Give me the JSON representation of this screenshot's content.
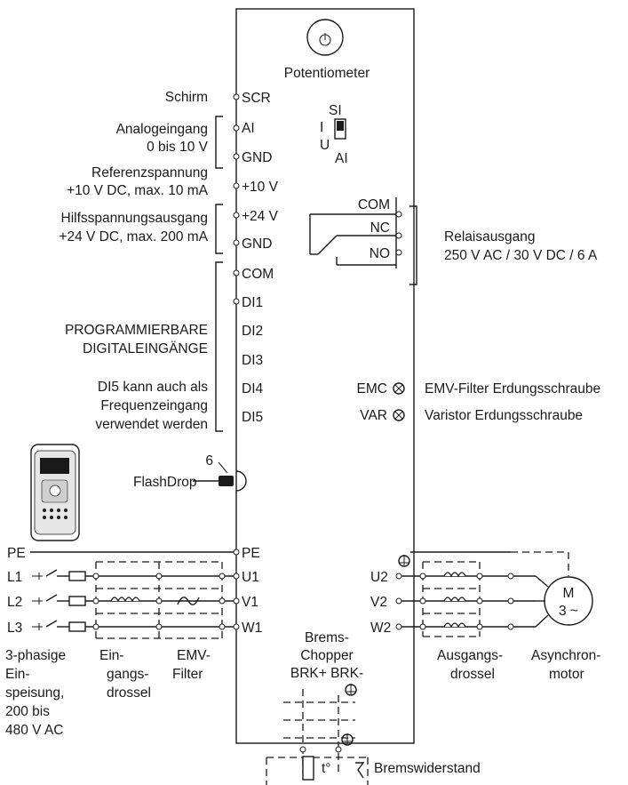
{
  "potentiometer": {
    "label": "Potentiometer"
  },
  "left_labels": {
    "schirm": "Schirm",
    "analog_l1": "Analogeingang",
    "analog_l2": "0 bis 10 V",
    "ref_l1": "Referenzspannung",
    "ref_l2": "+10 V DC, max. 10 mA",
    "aux_l1": "Hilfsspannungsausgang",
    "aux_l2": "+24 V DC, max. 200 mA",
    "prog_l1": "PROGRAMMIERBARE",
    "prog_l2": "DIGITALEINGÄNGE",
    "di5_l1": "DI5 kann auch als",
    "di5_l2": "Frequenzeingang",
    "di5_l3": "verwendet werden"
  },
  "terminals": {
    "scr": "SCR",
    "ai": "AI",
    "gnd1": "GND",
    "p10": "+10 V",
    "p24": "+24 V",
    "gnd2": "GND",
    "com": "COM",
    "di1": "DI1",
    "di2": "DI2",
    "di3": "DI3",
    "di4": "DI4",
    "di5": "DI5",
    "pe": "PE",
    "u1": "U1",
    "v1": "V1",
    "w1": "W1",
    "u2": "U2",
    "v2": "V2",
    "w2": "W2"
  },
  "switch": {
    "si": "SI",
    "i": "I",
    "u": "U",
    "ai": "AI"
  },
  "relay": {
    "com": "COM",
    "nc": "NC",
    "no": "NO",
    "label_l1": "Relaisausgang",
    "label_l2": "250 V AC / 30 V DC / 6 A"
  },
  "screws": {
    "emc": "EMC",
    "var": "VAR",
    "emc_label": "EMV-Filter Erdungsschraube",
    "var_label": "Varistor Erdungsschraube"
  },
  "flashdrop": {
    "label": "FlashDrop",
    "number": "6"
  },
  "supply": {
    "pe": "PE",
    "l1": "L1",
    "l2": "L2",
    "l3": "L3",
    "lines": [
      "3-phasige",
      "Ein-",
      "speisung,",
      "200 bis",
      "480 V AC"
    ]
  },
  "input_choke": {
    "lines": [
      "Ein-",
      "gangs-",
      "drossel"
    ]
  },
  "emv_filter": {
    "lines": [
      "EMV-",
      "Filter"
    ]
  },
  "brake_chopper": {
    "lines": [
      "Brems-",
      "Chopper",
      "BRK+ BRK-"
    ]
  },
  "output_choke": {
    "lines": [
      "Ausgangs-",
      "drossel"
    ]
  },
  "motor": {
    "symbol_m": "M",
    "symbol_phase": "3 ~",
    "lines": [
      "Asynchron-",
      "motor"
    ]
  },
  "brake_resistor": {
    "label": "Bremswiderstand",
    "temp": "t°"
  }
}
